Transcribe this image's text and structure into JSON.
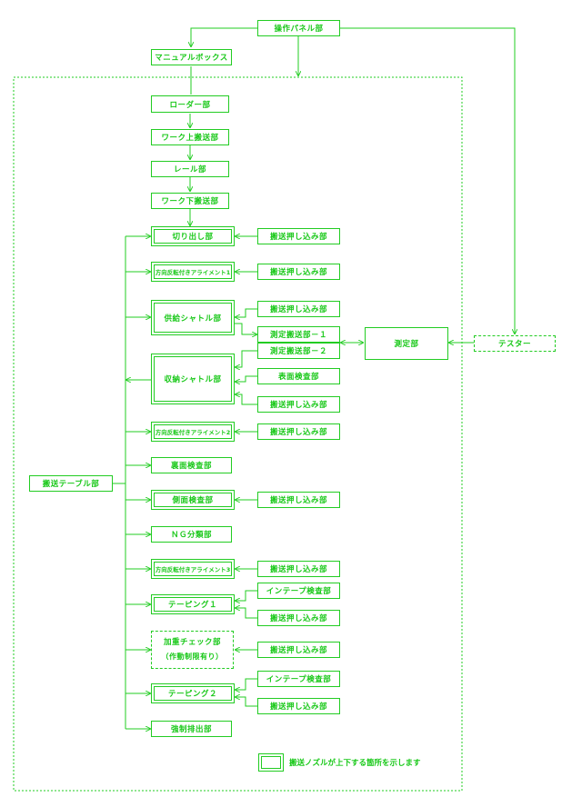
{
  "nodes": {
    "control_panel": "操作パネル部",
    "manual_box": "マニュアルボックス",
    "loader": "ローダー部",
    "work_up": "ワーク上搬送部",
    "rail": "レール部",
    "work_down": "ワーク下搬送部",
    "cutout": "切り出し部",
    "align1": "方向反転付きアライメント1",
    "supply_shuttle": "供給シャトル部",
    "store_shuttle": "収納シャトル部",
    "align2": "方向反転付きアライメント2",
    "back_inspect": "裏面検査部",
    "side_inspect": "側面検査部",
    "ng_sort": "ＮＧ分類部",
    "align3": "方向反転付きアライメント3",
    "taping1": "テーピング１",
    "weight_check_1": "加重チェック部",
    "weight_check_2": "（作動制限有り）",
    "taping2": "テーピング２",
    "force_eject": "強制排出部",
    "table": "搬送テーブル部",
    "push_in": "搬送押し込み部",
    "measure_transfer_1": "測定搬送部－１",
    "measure_transfer_2": "測定搬送部－２",
    "surface_inspect": "表面検査部",
    "measure": "測定部",
    "tester": "テスター",
    "intape_inspect": "インテープ検査部"
  },
  "legend": {
    "text": "搬送ノズルが上下する箇所を示します"
  },
  "colors": {
    "line": "#22cc22"
  }
}
